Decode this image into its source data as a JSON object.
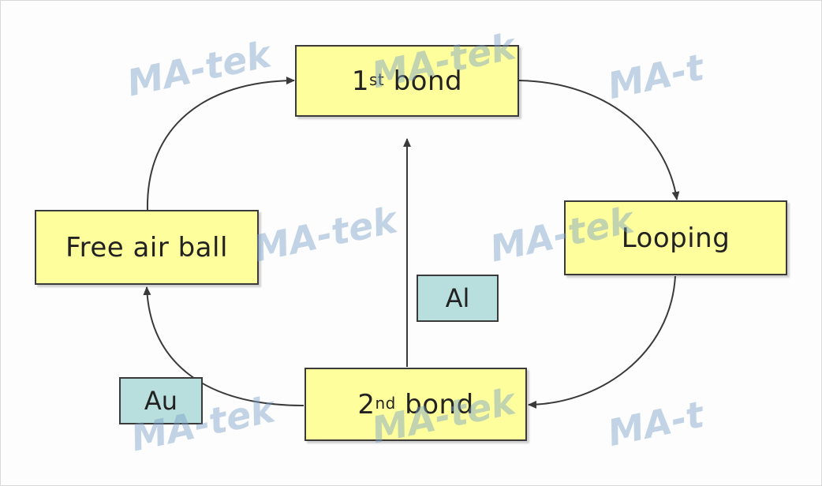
{
  "nodes": {
    "first_bond": {
      "main": "1",
      "sup": "st",
      "rest": " bond"
    },
    "looping": {
      "label": "Looping"
    },
    "second_bond": {
      "main": "2",
      "sup": "nd",
      "rest": " bond"
    },
    "free_air_ball": {
      "label": "Free air ball"
    }
  },
  "tags": {
    "al": "Al",
    "au": "Au"
  },
  "watermark": {
    "full": "MA-tek",
    "partial": "MA-t"
  },
  "colors": {
    "node_fill": "#fefe9c",
    "tag_fill": "#b9dede",
    "stroke": "#3a3a3a",
    "watermark": "#78a0c8"
  }
}
